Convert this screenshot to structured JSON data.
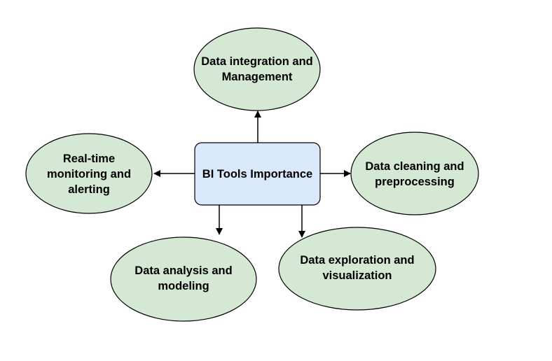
{
  "center": {
    "label": "BI Tools Importance"
  },
  "nodes": {
    "integration": {
      "line1": "Data integration and",
      "line2": "Management"
    },
    "realtime": {
      "line1": "Real-time",
      "line2": "monitoring and",
      "line3": "alerting"
    },
    "cleaning": {
      "line1": "Data cleaning and",
      "line2": "preprocessing"
    },
    "analysis": {
      "line1": "Data analysis and",
      "line2": "modeling"
    },
    "exploration": {
      "line1": "Data exploration and",
      "line2": "visualization"
    }
  },
  "colors": {
    "node_fill": "#d5e8d4",
    "center_fill": "#dae8fc",
    "stroke": "#000000"
  }
}
